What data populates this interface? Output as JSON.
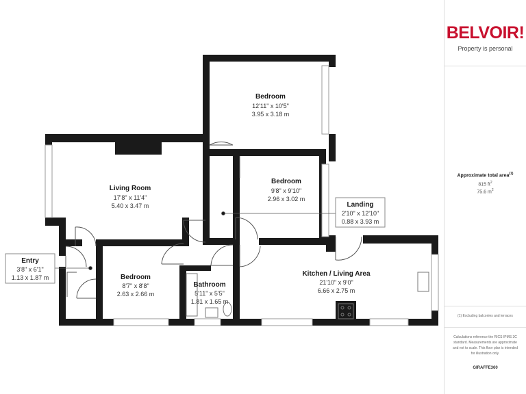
{
  "rooms": [
    {
      "id": "bedroom-top",
      "name": "Bedroom",
      "imperial": "12'11\" x 10'5\"",
      "metric": "3.95 x 3.18 m"
    },
    {
      "id": "bedroom-middle",
      "name": "Bedroom",
      "imperial": "9'8\" x 9'10\"",
      "metric": "2.96 x 3.02 m"
    },
    {
      "id": "living-room",
      "name": "Living Room",
      "imperial": "17'8\" x 11'4\"",
      "metric": "5.40 x 3.47 m"
    },
    {
      "id": "landing",
      "name": "Landing",
      "imperial": "2'10\" x 12'10\"",
      "metric": "0.88 x 3.93 m"
    },
    {
      "id": "entry",
      "name": "Entry",
      "imperial": "3'8\" x 6'1\"",
      "metric": "1.13 x 1.87 m"
    },
    {
      "id": "bedroom-bottom",
      "name": "Bedroom",
      "imperial": "8'7\" x 8'8\"",
      "metric": "2.63 x 2.66 m"
    },
    {
      "id": "bathroom",
      "name": "Bathroom",
      "imperial": "5'11\" x 5'5\"",
      "metric": "1.81 x 1.65 m"
    },
    {
      "id": "kitchen",
      "name": "Kitchen / Living Area",
      "imperial": "21'10\" x 9'0\"",
      "metric": "6.66 x 2.75 m"
    }
  ],
  "sidebar": {
    "logo": "BELVOIR!",
    "tagline": "Property is personal",
    "area_title": "Approximate total area",
    "area_title_sup": "(1)",
    "area_ft": "815 ft",
    "area_ft_sup": "2",
    "area_m": "75.6 m",
    "area_m_sup": "2",
    "footnote": "(1) Excluding balconies and terraces",
    "calc_note": "Calculations reference the RICS IPMS 3C standard. Measurements are approximate and not to scale. This floor plan is intended for illustration only.",
    "brand": "GIRAFFE360"
  },
  "colors": {
    "wall": "#1a1a1a",
    "accent": "#c8102e",
    "window": "#9a9a9a",
    "door": "#555555"
  }
}
